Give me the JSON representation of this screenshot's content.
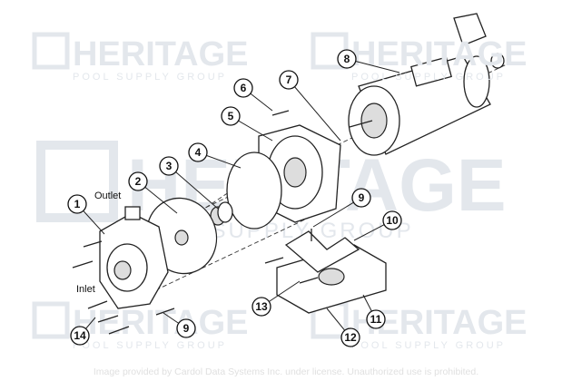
{
  "watermark": {
    "brand": "HERITAGE",
    "tagline": "POOL SUPPLY GROUP"
  },
  "labels": {
    "outlet": "Outlet",
    "inlet": "Inlet"
  },
  "callouts": [
    "1",
    "2",
    "3",
    "4",
    "5",
    "6",
    "7",
    "8",
    "9",
    "10",
    "9",
    "11",
    "12",
    "13",
    "14"
  ],
  "credit": "Image provided by Cardol Data Systems Inc. under license. Unauthorized use is prohibited."
}
